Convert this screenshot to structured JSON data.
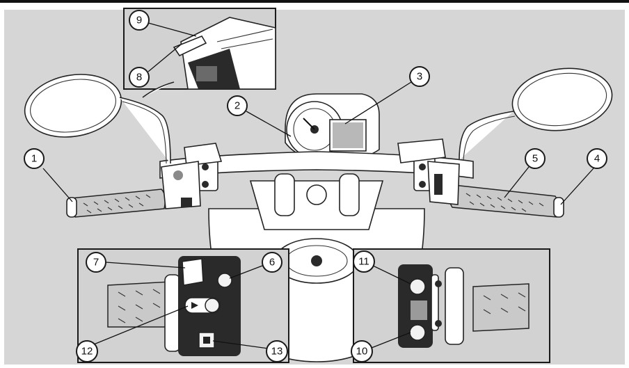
{
  "callouts": [
    {
      "id": "1",
      "label": "1"
    },
    {
      "id": "2",
      "label": "2"
    },
    {
      "id": "3",
      "label": "3"
    },
    {
      "id": "4",
      "label": "4"
    },
    {
      "id": "5",
      "label": "5"
    },
    {
      "id": "6",
      "label": "6"
    },
    {
      "id": "7",
      "label": "7"
    },
    {
      "id": "8",
      "label": "8"
    },
    {
      "id": "9",
      "label": "9"
    },
    {
      "id": "10",
      "label": "10"
    },
    {
      "id": "11",
      "label": "11"
    },
    {
      "id": "12",
      "label": "12"
    },
    {
      "id": "13",
      "label": "13"
    }
  ],
  "colors": {
    "background": "#d6d6d6",
    "line": "#1a1a1a",
    "switch_housing": "#2a2a2a"
  }
}
